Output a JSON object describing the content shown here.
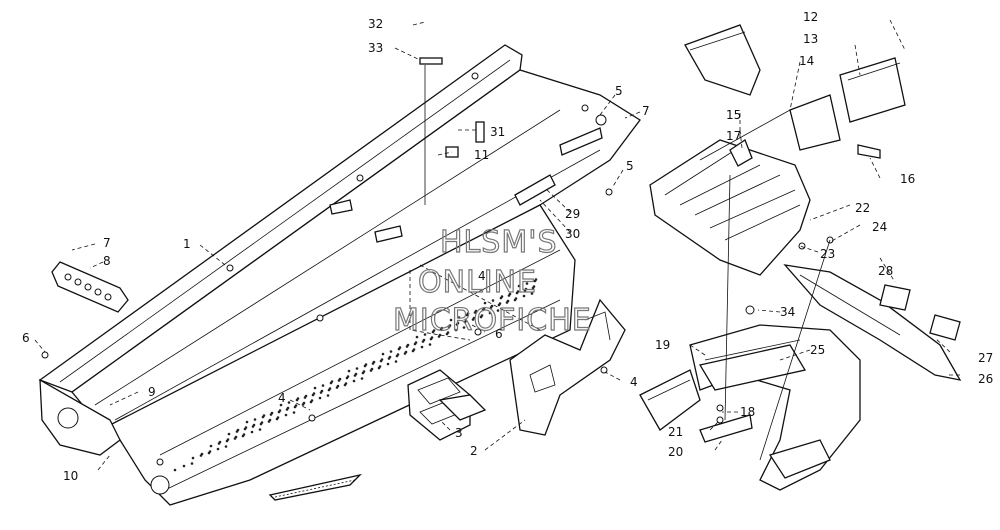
{
  "watermark": {
    "line1": "HLSM'S",
    "line2": "ONLINE",
    "line3": "MICROFICHE"
  },
  "callouts": [
    {
      "id": "c1",
      "text": "1"
    },
    {
      "id": "c2",
      "text": "2"
    },
    {
      "id": "c3",
      "text": "3"
    },
    {
      "id": "c4a",
      "text": "4"
    },
    {
      "id": "c4b",
      "text": "4"
    },
    {
      "id": "c4c",
      "text": "4"
    },
    {
      "id": "c5a",
      "text": "5"
    },
    {
      "id": "c5b",
      "text": "5"
    },
    {
      "id": "c6a",
      "text": "6"
    },
    {
      "id": "c6b",
      "text": "6"
    },
    {
      "id": "c7a",
      "text": "7"
    },
    {
      "id": "c7b",
      "text": "7"
    },
    {
      "id": "c8",
      "text": "8"
    },
    {
      "id": "c9",
      "text": "9"
    },
    {
      "id": "c10",
      "text": "10"
    },
    {
      "id": "c11",
      "text": "11"
    },
    {
      "id": "c12",
      "text": "12"
    },
    {
      "id": "c13",
      "text": "13"
    },
    {
      "id": "c14",
      "text": "14"
    },
    {
      "id": "c15",
      "text": "15"
    },
    {
      "id": "c16",
      "text": "16"
    },
    {
      "id": "c17",
      "text": "17"
    },
    {
      "id": "c18",
      "text": "18"
    },
    {
      "id": "c19",
      "text": "19"
    },
    {
      "id": "c20",
      "text": "20"
    },
    {
      "id": "c21",
      "text": "21"
    },
    {
      "id": "c22",
      "text": "22"
    },
    {
      "id": "c23",
      "text": "23"
    },
    {
      "id": "c24",
      "text": "24"
    },
    {
      "id": "c25",
      "text": "25"
    },
    {
      "id": "c26",
      "text": "26"
    },
    {
      "id": "c27",
      "text": "27"
    },
    {
      "id": "c28",
      "text": "28"
    },
    {
      "id": "c29",
      "text": "29"
    },
    {
      "id": "c30",
      "text": "30"
    },
    {
      "id": "c31",
      "text": "31"
    },
    {
      "id": "c32",
      "text": "32"
    },
    {
      "id": "c33",
      "text": "33"
    },
    {
      "id": "c34",
      "text": "34"
    }
  ]
}
